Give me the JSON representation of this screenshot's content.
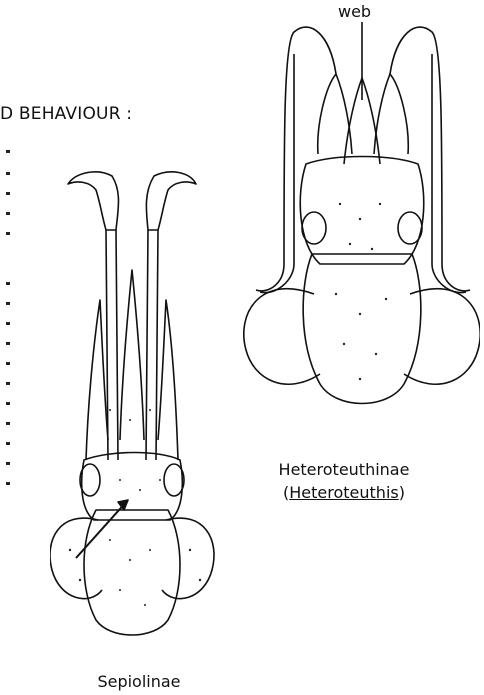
{
  "section_heading": "D BEHAVIOUR :",
  "figures": {
    "left": {
      "caption": "Sepiolinae"
    },
    "right": {
      "label": "web",
      "caption_line1": "Heteroteuthinae",
      "caption_open": "(",
      "caption_genus": "Heteroteuthis",
      "caption_close": ")"
    }
  }
}
